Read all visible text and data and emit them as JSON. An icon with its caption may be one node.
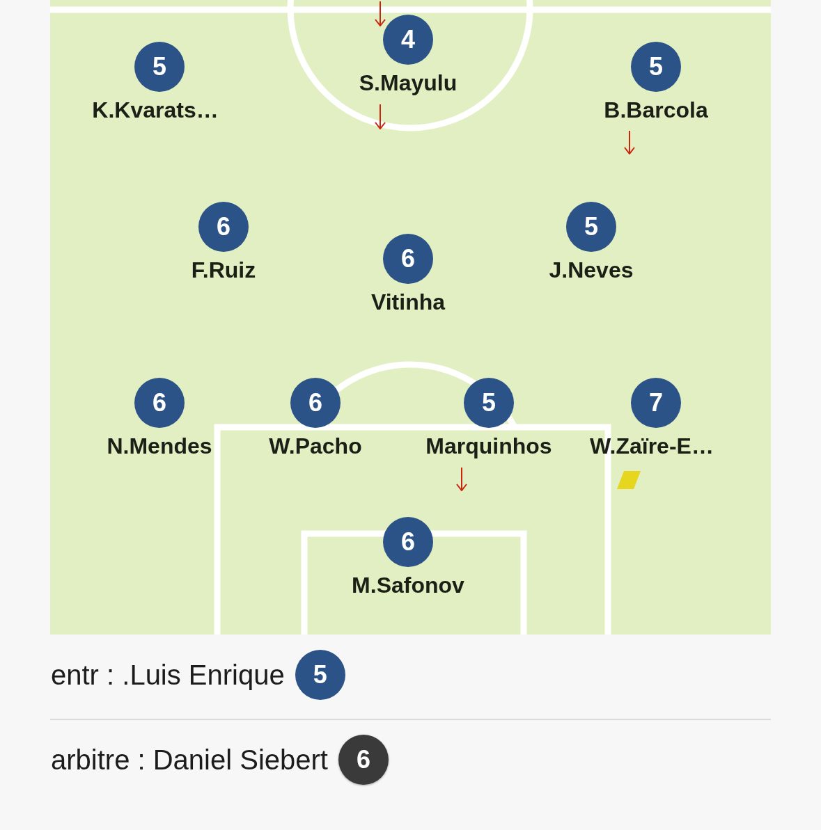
{
  "diagram": {
    "nodes": [
      {
        "text": [
          "5"
        ],
        "beside": [
          "K.Kvarats…"
        ]
      },
      {
        "text": [
          "4"
        ],
        "beside": [
          "S.Mayulu"
        ]
      },
      {
        "text": [
          "5"
        ],
        "beside": [
          "B.Barcola"
        ]
      },
      {
        "text": [
          "6"
        ],
        "beside": [
          "F.Ruiz"
        ]
      },
      {
        "text": [
          "6"
        ],
        "beside": [
          "Vitinha"
        ]
      },
      {
        "text": [
          "5"
        ],
        "beside": [
          "J.Neves"
        ]
      },
      {
        "text": [
          "6"
        ],
        "beside": [
          "N.Mendes"
        ]
      },
      {
        "text": [
          "6"
        ],
        "beside": [
          "W.Pacho"
        ]
      },
      {
        "text": [
          "5"
        ],
        "beside": [
          "Marquinhos"
        ]
      },
      {
        "text": [
          "7"
        ],
        "beside": [
          "W.Zaïre-E…"
        ]
      },
      {
        "text": [
          "6"
        ],
        "beside": [
          "M.Safonov"
        ]
      },
      {
        "text": [
          "5"
        ],
        "beside": [
          "entr : .Luis Enrique"
        ]
      },
      {
        "text": [
          "6"
        ],
        "beside": [
          "arbitre : Daniel Siebert"
        ]
      }
    ]
  }
}
